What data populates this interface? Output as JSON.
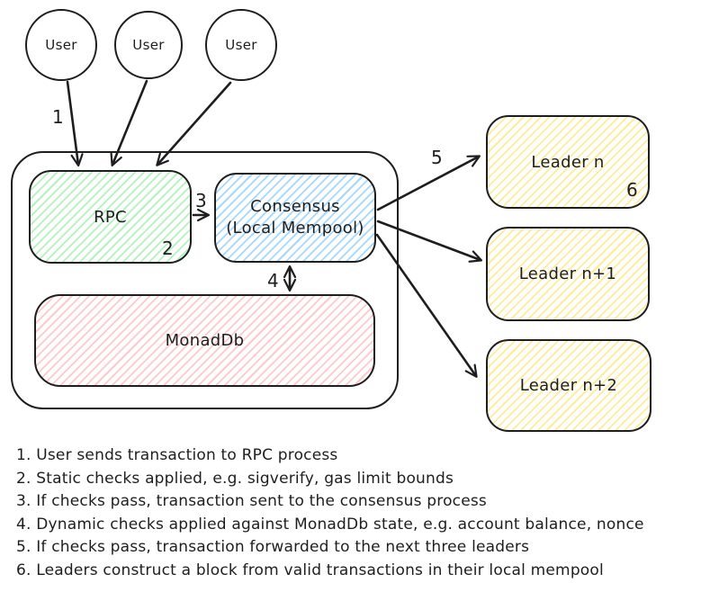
{
  "colors": {
    "stroke": "#1e1e1e",
    "green": "#b2f2bb",
    "blue": "#a5d8ff",
    "red": "#ffc9c9",
    "yellow": "#ffec99"
  },
  "diagram": {
    "users": [
      {
        "label": "User"
      },
      {
        "label": "User"
      },
      {
        "label": "User"
      }
    ],
    "rpc_label": "RPC",
    "consensus_line1": "Consensus",
    "consensus_line2": "(Local Mempool)",
    "monaddb_label": "MonadDb",
    "leaders": [
      {
        "label": "Leader n"
      },
      {
        "label": "Leader n+1"
      },
      {
        "label": "Leader n+2"
      }
    ],
    "markers": {
      "m1": "1",
      "m2": "2",
      "m3": "3",
      "m4": "4",
      "m5": "5",
      "m6": "6"
    }
  },
  "legend": {
    "items": [
      "1. User sends transaction to RPC process",
      "2. Static checks applied, e.g. sigverify, gas limit bounds",
      "3. If checks pass, transaction sent to the consensus process",
      "4. Dynamic checks applied against MonadDb state, e.g. account balance, nonce",
      "5. If checks pass, transaction forwarded to the next three leaders",
      "6. Leaders construct a block from valid transactions in their local mempool"
    ]
  }
}
